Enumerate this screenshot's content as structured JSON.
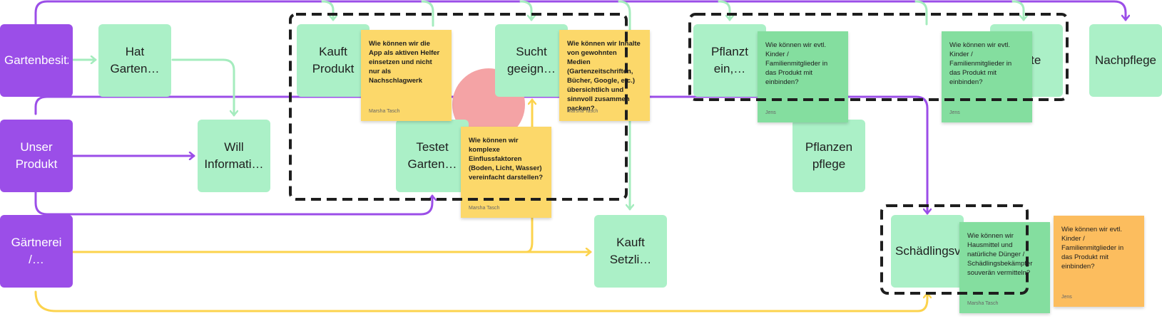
{
  "colors": {
    "lane": "#9b4ee8",
    "step": "#abf0c7",
    "sticky_yellow": "#fcd86a",
    "sticky_green": "#84de9f",
    "sticky_orange": "#fcbd5e",
    "highlight_circle": "#f4a3a5",
    "connector_purple": "#9b4ee8",
    "connector_green": "#a5ecbe",
    "connector_yellow": "#fcd34d",
    "frame_border": "#1e1e1e"
  },
  "lanes": [
    {
      "id": "lane1",
      "label": "Gartenbesitzer…"
    },
    {
      "id": "lane2",
      "label": "Unser Produkt"
    },
    {
      "id": "lane3",
      "label": "Gärtnerei /…"
    }
  ],
  "steps": [
    {
      "id": "hat",
      "label": "Hat Garten…"
    },
    {
      "id": "will",
      "label": "Will Informati…"
    },
    {
      "id": "kauft",
      "label": "Kauft Produkt"
    },
    {
      "id": "testet",
      "label": "Testet Garten…"
    },
    {
      "id": "sucht",
      "label": "Sucht geeign…"
    },
    {
      "id": "setzli",
      "label": "Kauft Setzli…"
    },
    {
      "id": "pflanzt",
      "label": "Pflanzt ein,…"
    },
    {
      "id": "pflege",
      "label": "Pflanzen pflege"
    },
    {
      "id": "ernte",
      "label": "Ernte"
    },
    {
      "id": "schaedlin",
      "label": "Schädlingsvernic…"
    },
    {
      "id": "nachpflege",
      "label": "Nachpflege"
    }
  ],
  "sticky_notes": [
    {
      "id": "n1",
      "color": "yellow",
      "text": "Wie können wir die App als aktiven Helfer einsetzen und nicht nur als Nachschlagwerk",
      "author": "Marsha Tasch"
    },
    {
      "id": "n2",
      "color": "yellow",
      "text": "Wie können wir komplexe Einflussfaktoren (Boden, Licht, Wasser) vereinfacht darstellen?",
      "author": "Marsha Tasch"
    },
    {
      "id": "n3",
      "color": "yellow",
      "text": "Wie können wir Inhalte von gewohnten Medien (Gartenzeitschriften, Bücher, Google, etc.) übersichtlich und sinnvoll zusammen packen?",
      "author": "Marsha Tasch"
    },
    {
      "id": "n4",
      "color": "green",
      "text": "Wie können wir evtl. Kinder / Familienmitglieder in das Produkt mit einbinden?",
      "author": "Jens"
    },
    {
      "id": "n5",
      "color": "green",
      "text": "Wie können wir evtl. Kinder / Familienmitglieder in das Produkt mit einbinden?",
      "author": "Jens"
    },
    {
      "id": "n6",
      "color": "green",
      "text": "Wie können wir Hausmittel und natürliche Dünger / Schädlingsbekämpfer souverän vermitteln?",
      "author": "Marsha Tasch"
    },
    {
      "id": "n7",
      "color": "orange",
      "text": "Wie können wir evtl. Kinder / Familienmitglieder in das Produkt mit einbinden?",
      "author": "Jens"
    }
  ]
}
